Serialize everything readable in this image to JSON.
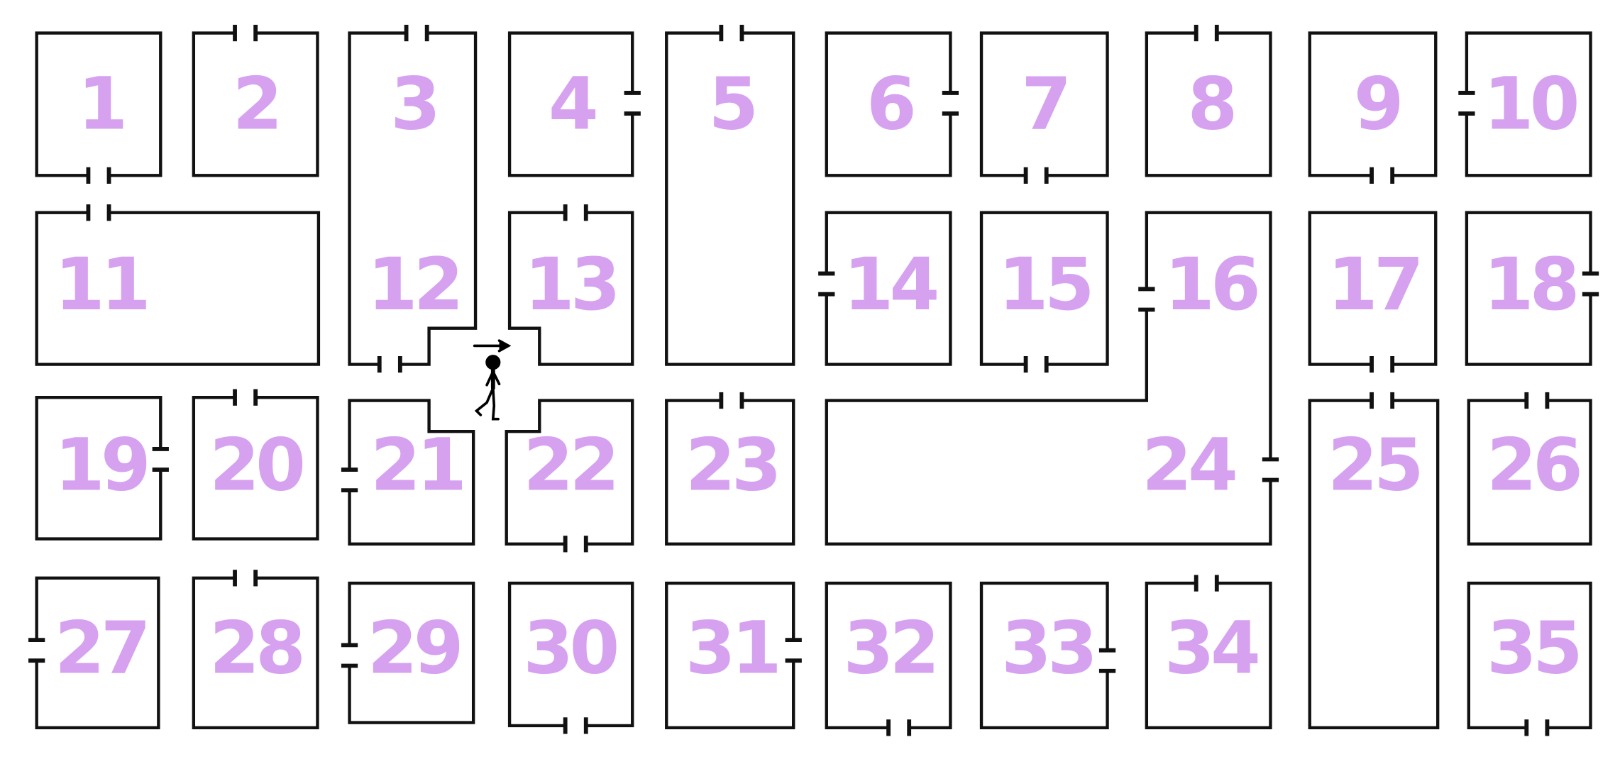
{
  "colors": {
    "label": "#d6a2f0",
    "wall": "#111111",
    "background": "#ffffff"
  },
  "rooms": [
    "1",
    "2",
    "3",
    "4",
    "5",
    "6",
    "7",
    "8",
    "9",
    "10",
    "11",
    "12",
    "13",
    "14",
    "15",
    "16",
    "17",
    "18",
    "19",
    "20",
    "21",
    "22",
    "23",
    "24",
    "25",
    "26",
    "27",
    "28",
    "29",
    "30",
    "31",
    "32",
    "33",
    "34",
    "35"
  ],
  "figure": {
    "icon": "walking-person-icon",
    "direction": "right-arrow-icon"
  }
}
